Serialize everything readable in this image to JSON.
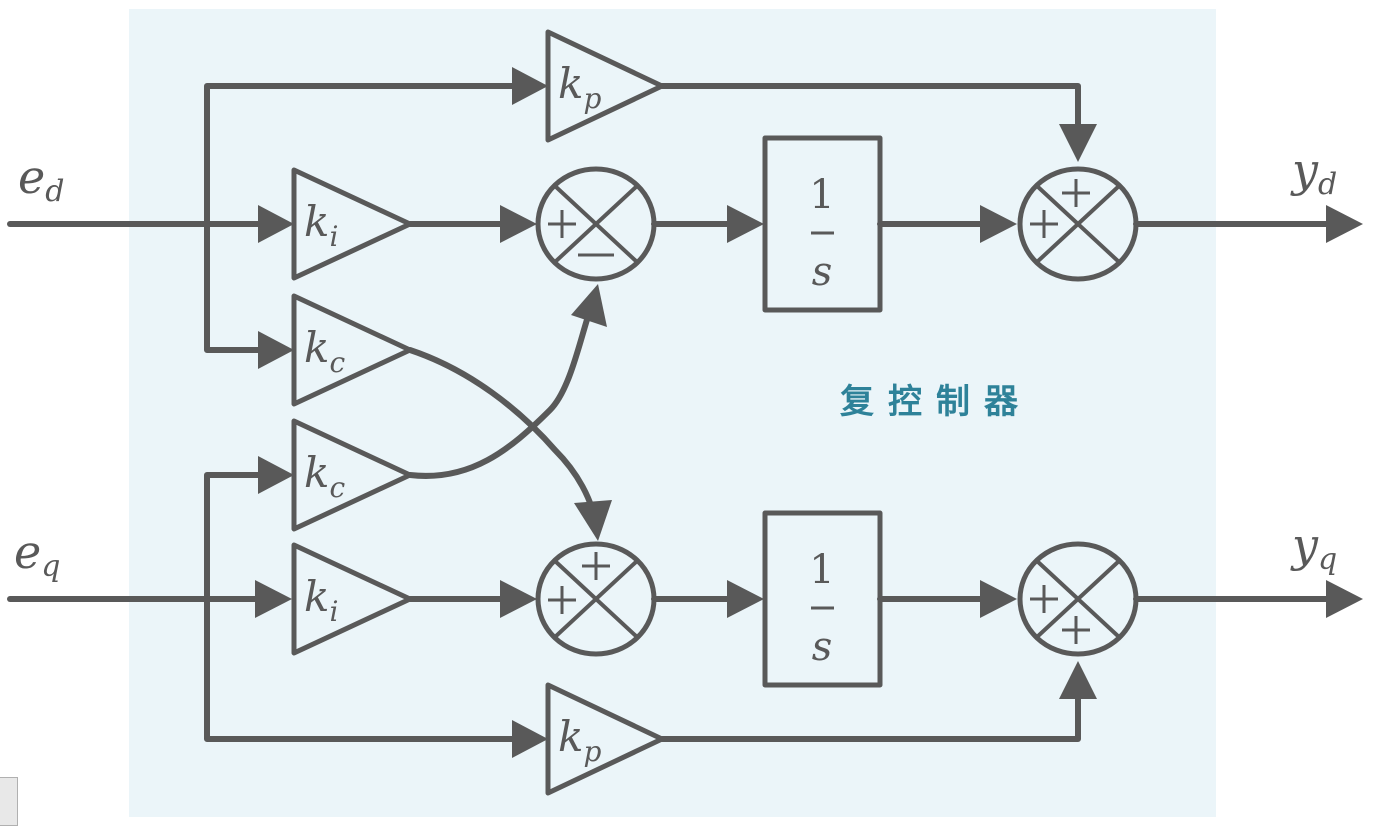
{
  "diagram": {
    "title": "复控制器",
    "type": "complex-vector PI controller block diagram",
    "colors": {
      "line": "#595959",
      "panel_background": "#ebf5f9",
      "title": "#2e8299"
    },
    "inputs": [
      {
        "id": "ed",
        "base": "e",
        "sub": "d"
      },
      {
        "id": "eq",
        "base": "e",
        "sub": "q"
      }
    ],
    "outputs": [
      {
        "id": "yd",
        "base": "y",
        "sub": "d"
      },
      {
        "id": "yq",
        "base": "y",
        "sub": "q"
      }
    ],
    "gains": [
      {
        "id": "kp_d",
        "base": "k",
        "sub": "p"
      },
      {
        "id": "ki_d",
        "base": "k",
        "sub": "i"
      },
      {
        "id": "kc_d",
        "base": "k",
        "sub": "c"
      },
      {
        "id": "kc_q",
        "base": "k",
        "sub": "c"
      },
      {
        "id": "ki_q",
        "base": "k",
        "sub": "i"
      },
      {
        "id": "kp_q",
        "base": "k",
        "sub": "p"
      }
    ],
    "integrators": [
      {
        "id": "int_d",
        "numerator": "1",
        "denominator": "s"
      },
      {
        "id": "int_q",
        "numerator": "1",
        "denominator": "s"
      }
    ],
    "summing_junctions": [
      {
        "id": "sum_d1",
        "signs": {
          "left": "+",
          "bottom": "−"
        }
      },
      {
        "id": "sum_d2",
        "signs": {
          "left": "+",
          "top": "+"
        }
      },
      {
        "id": "sum_q1",
        "signs": {
          "left": "+",
          "top": "+"
        }
      },
      {
        "id": "sum_q2",
        "signs": {
          "left": "+",
          "bottom": "+"
        }
      }
    ]
  }
}
